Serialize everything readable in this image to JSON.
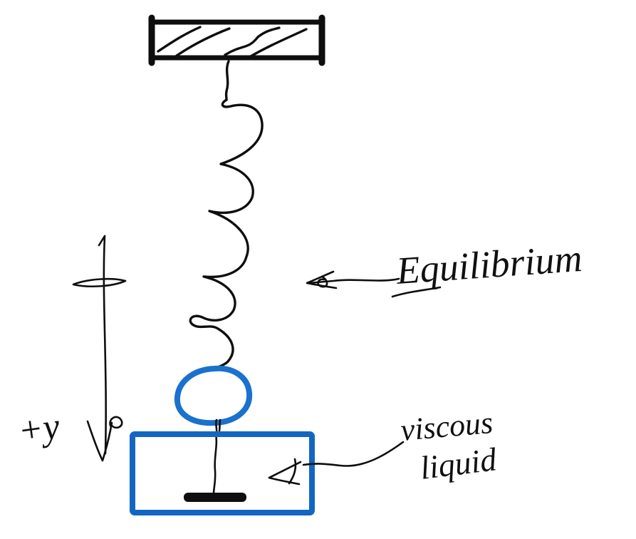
{
  "sketch": {
    "labels": {
      "equilibrium": "Equilibrium",
      "viscous_line1": "viscous",
      "viscous_line2": "liquid",
      "y_axis": "+y"
    },
    "colors": {
      "ink_black": "#0e0e0e",
      "ink_blue": "#1266c2",
      "ball_blue": "#1a71ce"
    }
  }
}
